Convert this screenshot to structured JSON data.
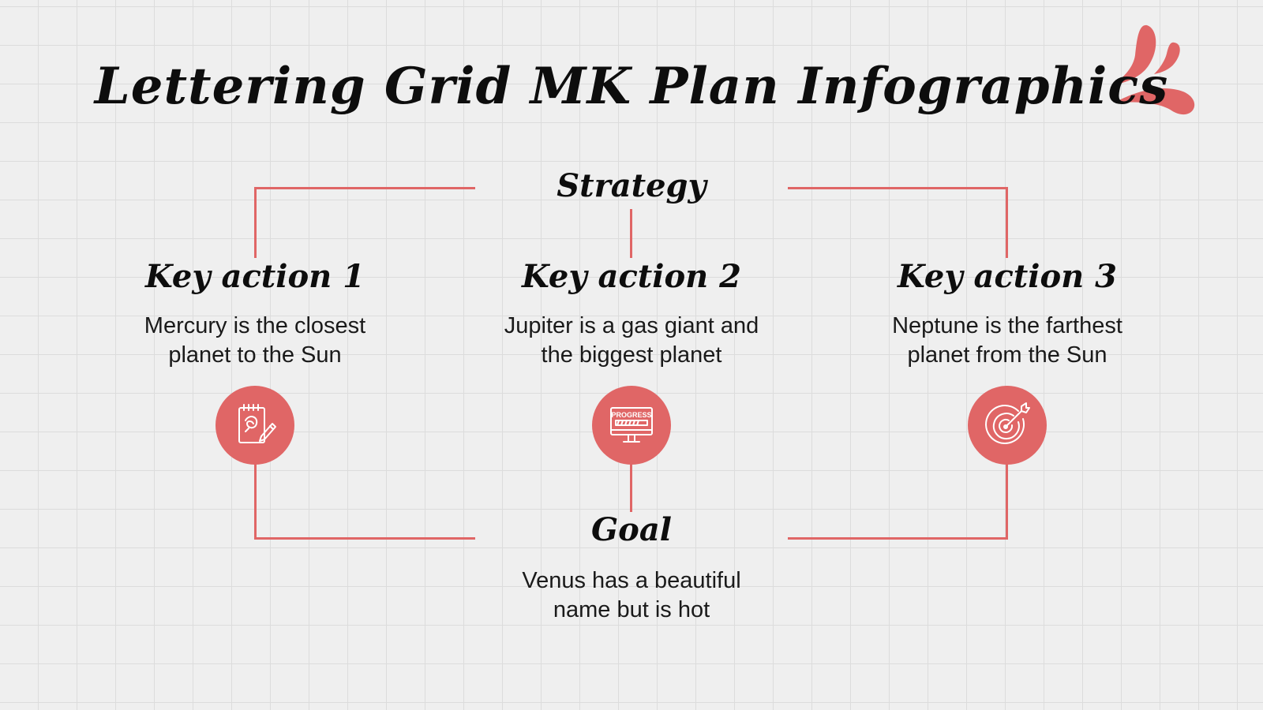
{
  "title": "Lettering Grid MK Plan Infographics",
  "strategy": {
    "label": "Strategy"
  },
  "actions": [
    {
      "title": "Key action 1",
      "text_line1": "Mercury is the closest",
      "text_line2": "planet to the Sun",
      "icon": "notebook-pencil-icon"
    },
    {
      "title": "Key action 2",
      "text_line1": "Jupiter is a gas giant and",
      "text_line2": "the biggest planet",
      "icon": "progress-monitor-icon",
      "icon_text": "PROGRESS"
    },
    {
      "title": "Key action 3",
      "text_line1": "Neptune is the farthest",
      "text_line2": "planet from the Sun",
      "icon": "target-arrow-icon"
    }
  ],
  "goal": {
    "label": "Goal",
    "text_line1": "Venus has a beautiful",
    "text_line2": "name but is hot"
  },
  "colors": {
    "accent": "#e06666",
    "background": "#efefef",
    "grid": "#dcdcdc",
    "text": "#1a1a1a"
  }
}
